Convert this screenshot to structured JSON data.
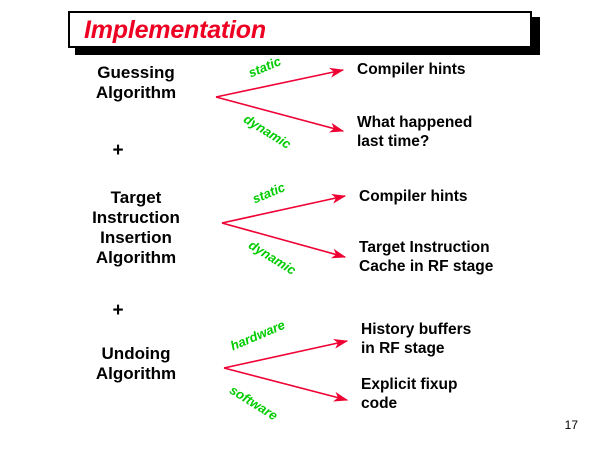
{
  "slide": {
    "title": "Implementation",
    "page_number": "17",
    "colors": {
      "title_text": "#ee0022",
      "arrow": "#ee0033",
      "branch_label": "#00cc00",
      "body_text": "#000000",
      "background": "#ffffff"
    }
  },
  "separators": [
    {
      "symbol": "+"
    },
    {
      "symbol": "+"
    }
  ],
  "sections": [
    {
      "name": "guessing-algorithm",
      "label_lines": [
        "Guessing",
        "Algorithm"
      ],
      "branches": [
        {
          "label": "static",
          "outcome_lines": [
            "Compiler hints"
          ]
        },
        {
          "label": "dynamic",
          "outcome_lines": [
            "What happened",
            "last time?"
          ]
        }
      ]
    },
    {
      "name": "target-instruction-insertion-algorithm",
      "label_lines": [
        "Target",
        "Instruction",
        "Insertion",
        "Algorithm"
      ],
      "branches": [
        {
          "label": "static",
          "outcome_lines": [
            "Compiler hints"
          ]
        },
        {
          "label": "dynamic",
          "outcome_lines": [
            "Target Instruction",
            "Cache in RF stage"
          ]
        }
      ]
    },
    {
      "name": "undoing-algorithm",
      "label_lines": [
        "Undoing",
        "Algorithm"
      ],
      "branches": [
        {
          "label": "hardware",
          "outcome_lines": [
            "History buffers",
            "in RF stage"
          ]
        },
        {
          "label": "software",
          "outcome_lines": [
            "Explicit fixup",
            "code"
          ]
        }
      ]
    }
  ]
}
